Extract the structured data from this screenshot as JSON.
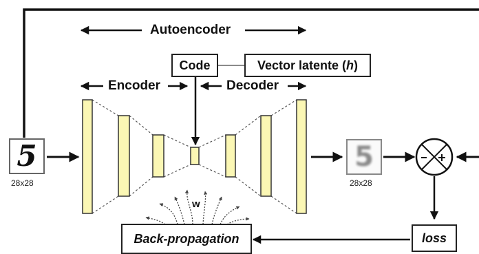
{
  "labels": {
    "autoencoder": "Autoencoder",
    "encoder": "Encoder",
    "decoder": "Decoder",
    "code": "Code",
    "vector_prefix": "Vector latente (",
    "vector_var": "h",
    "vector_suffix": ")",
    "weights": "w",
    "backprop": "Back-propagation",
    "loss": "loss",
    "input_size": "28x28",
    "output_size": "28x28",
    "input_digit": "5",
    "output_digit": "5"
  },
  "colors": {
    "layer_fill": "#fbf7b4",
    "layer_stroke": "#333333",
    "line": "#111111"
  },
  "icons": {
    "comparator": "circle-cross-icon"
  }
}
